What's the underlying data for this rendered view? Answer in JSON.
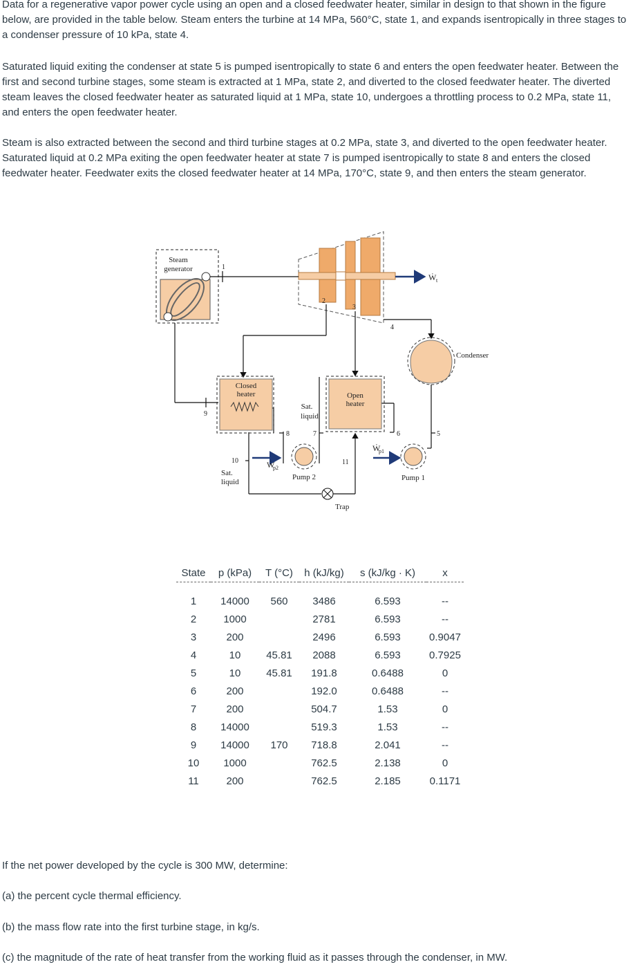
{
  "paragraphs": [
    "Data for a regenerative vapor power cycle using an open and a closed feedwater heater, similar in design to that shown in the figure below, are provided in the table below. Steam enters the turbine at 14 MPa, 560°C, state 1, and expands isentropically in three stages to a condenser pressure of 10 kPa, state 4.",
    "Saturated liquid exiting the condenser at state 5 is pumped isentropically to state 6 and enters the open feedwater heater. Between the first and second turbine stages, some steam is extracted at 1 MPa, state 2, and diverted to the closed feedwater heater. The diverted steam leaves the closed feedwater heater as saturated liquid at 1 MPa, state 10, undergoes a throttling process to 0.2 MPa, state 11, and enters the open feedwater heater.",
    "Steam is also extracted between the second and third turbine stages at 0.2 MPa, state 3, and diverted to the open feedwater heater. Saturated liquid at 0.2 MPa exiting the open feedwater heater at state 7 is pumped isentropically to state 8 and enters the closed feedwater heater. Feedwater exits the closed feedwater heater at 14 MPa, 170°C, state 9, and then enters the steam generator."
  ],
  "diagram": {
    "steam_generator": [
      "Steam",
      "generator"
    ],
    "closed_heater": [
      "Closed",
      "heater"
    ],
    "open_heater": [
      "Open",
      "heater"
    ],
    "sat_liquid_1": [
      "Sat.",
      "liquid"
    ],
    "sat_liquid_2": [
      "Sat.",
      "liquid"
    ],
    "condenser": "Condenser",
    "pump1": "Pump 1",
    "pump2": "Pump 2",
    "trap": "Trap",
    "wt": "Ẇ",
    "wt_sub": "t",
    "wp1": "Ẇ",
    "wp1_sub": "p1",
    "wp2": "Ẇ",
    "wp2_sub": "p2",
    "states": [
      "1",
      "2",
      "3",
      "4",
      "5",
      "6",
      "7",
      "8",
      "9",
      "10",
      "11"
    ]
  },
  "table": {
    "headers": [
      "State",
      "p (kPa)",
      "T (°C)",
      "h (kJ/kg)",
      "s (kJ/kg · K)",
      "x"
    ],
    "rows": [
      [
        "1",
        "14000",
        "560",
        "3486",
        "6.593",
        "--"
      ],
      [
        "2",
        "1000",
        "",
        "2781",
        "6.593",
        "--"
      ],
      [
        "3",
        "200",
        "",
        "2496",
        "6.593",
        "0.9047"
      ],
      [
        "4",
        "10",
        "45.81",
        "2088",
        "6.593",
        "0.7925"
      ],
      [
        "5",
        "10",
        "45.81",
        "191.8",
        "0.6488",
        "0"
      ],
      [
        "6",
        "200",
        "",
        "192.0",
        "0.6488",
        "--"
      ],
      [
        "7",
        "200",
        "",
        "504.7",
        "1.53",
        "0"
      ],
      [
        "8",
        "14000",
        "",
        "519.3",
        "1.53",
        "--"
      ],
      [
        "9",
        "14000",
        "170",
        "718.8",
        "2.041",
        "--"
      ],
      [
        "10",
        "1000",
        "",
        "762.5",
        "2.138",
        "0"
      ],
      [
        "11",
        "200",
        "",
        "762.5",
        "2.185",
        "0.1171"
      ]
    ]
  },
  "questions": {
    "intro": "If the net power developed by the cycle is 300 MW, determine:",
    "a": "(a) the percent cycle thermal efficiency.",
    "b": "(b) the mass flow rate into the first turbine stage, in kg/s.",
    "c": "(c) the magnitude of the rate of heat transfer from the working fluid as it passes through the condenser, in MW."
  },
  "colors": {
    "component_fill": "#f6cda5",
    "turbine_fill": "#efaa6a",
    "arrow": "#1f3a78"
  }
}
